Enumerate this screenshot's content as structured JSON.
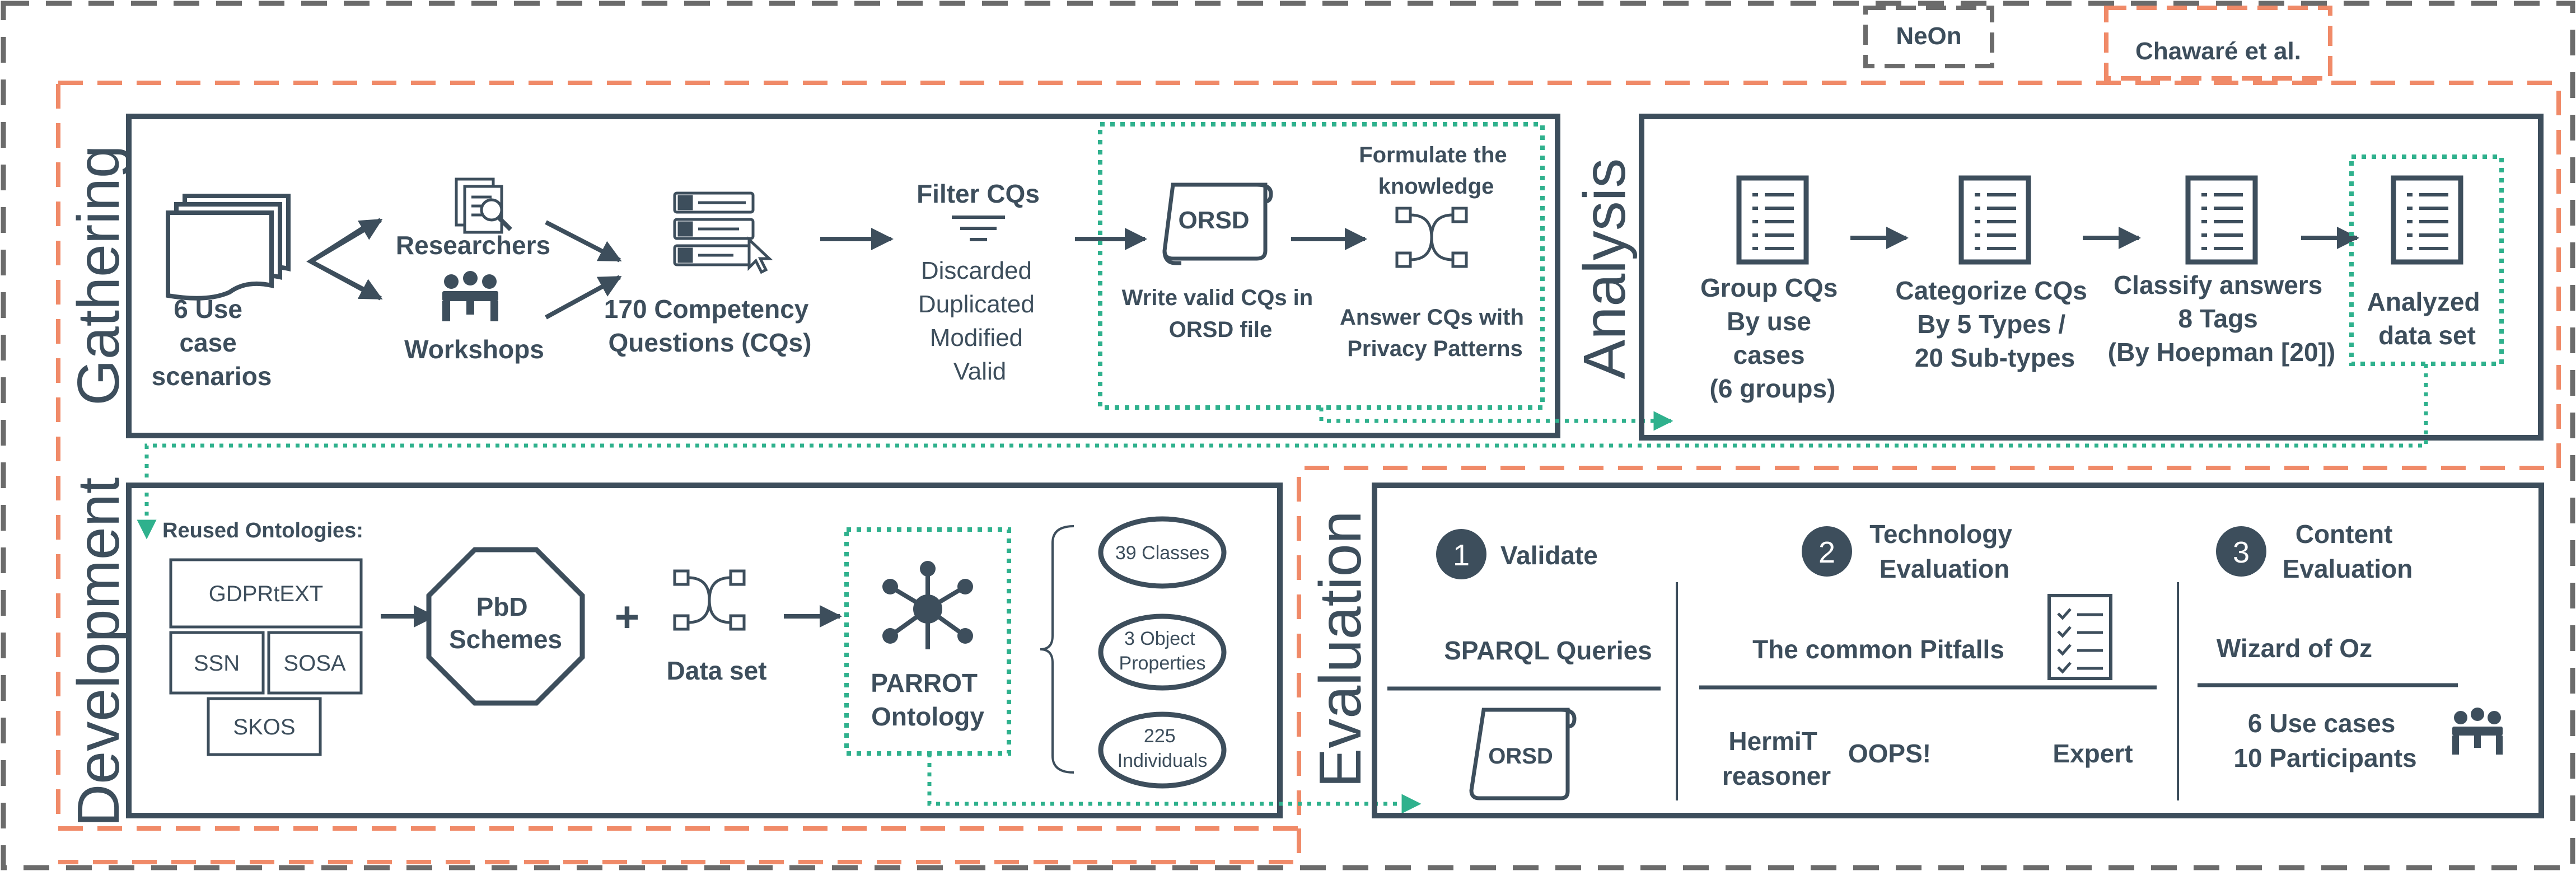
{
  "colors": {
    "ink": "#3d4e5c",
    "neon": "#6b6b6b",
    "chaware": "#f08a68",
    "teal": "#2fb18d",
    "white": "#ffffff"
  },
  "legend": {
    "neon": "NeOn",
    "chaware": "Chawaré et al."
  },
  "sections": {
    "gathering": "Gathering",
    "analysis": "Analysis",
    "development": "Development",
    "evaluation": "Evaluation"
  },
  "gathering": {
    "use_case": [
      "6 Use",
      "case",
      "scenarios"
    ],
    "researchers": "Researchers",
    "workshops": "Workshops",
    "cqs": [
      "170 Competency",
      "Questions (CQs)"
    ],
    "filter_title": "Filter CQs",
    "filter_items": [
      "Discarded",
      "Duplicated",
      "Modified",
      "Valid"
    ],
    "orsd_label": "ORSD",
    "write_cqs": [
      "Write valid CQs in",
      "ORSD file"
    ],
    "formulate": [
      "Formulate the",
      "knowledge"
    ],
    "answer_cqs": [
      "Answer CQs with",
      "Privacy Patterns"
    ]
  },
  "analysis": {
    "group": [
      "Group CQs",
      "By use",
      "cases",
      "(6 groups)"
    ],
    "categorize": [
      "Categorize CQs",
      "By 5 Types /",
      "20 Sub-types"
    ],
    "classify": [
      "Classify answers",
      "8 Tags",
      "(By Hoepman [20])"
    ],
    "analyzed": [
      "Analyzed",
      "data set"
    ]
  },
  "development": {
    "reused_title": "Reused Ontologies:",
    "ontologies": [
      "GDPRtEXT",
      "SSN",
      "SOSA",
      "SKOS"
    ],
    "pbd": [
      "PbD",
      "Schemes"
    ],
    "plus": "+",
    "dataset": "Data set",
    "parrot": [
      "PARROT",
      "Ontology"
    ],
    "stats": [
      [
        "39 Classes"
      ],
      [
        "3 Object",
        "Properties"
      ],
      [
        "225",
        "Individuals"
      ]
    ]
  },
  "evaluation": {
    "steps": [
      {
        "number": "1",
        "title": [
          "Validate"
        ]
      },
      {
        "number": "2",
        "title": [
          "Technology",
          "Evaluation"
        ]
      },
      {
        "number": "3",
        "title": [
          "Content",
          "Evaluation"
        ]
      }
    ],
    "sparql": "SPARQL Queries",
    "orsd_label": "ORSD",
    "pitfalls": "The common Pitfalls",
    "hermit": [
      "HermiT",
      "reasoner"
    ],
    "oops": "OOPS!",
    "expert": "Expert",
    "wizard": "Wizard of Oz",
    "content_stats": [
      "6 Use cases",
      "10 Participants"
    ]
  }
}
